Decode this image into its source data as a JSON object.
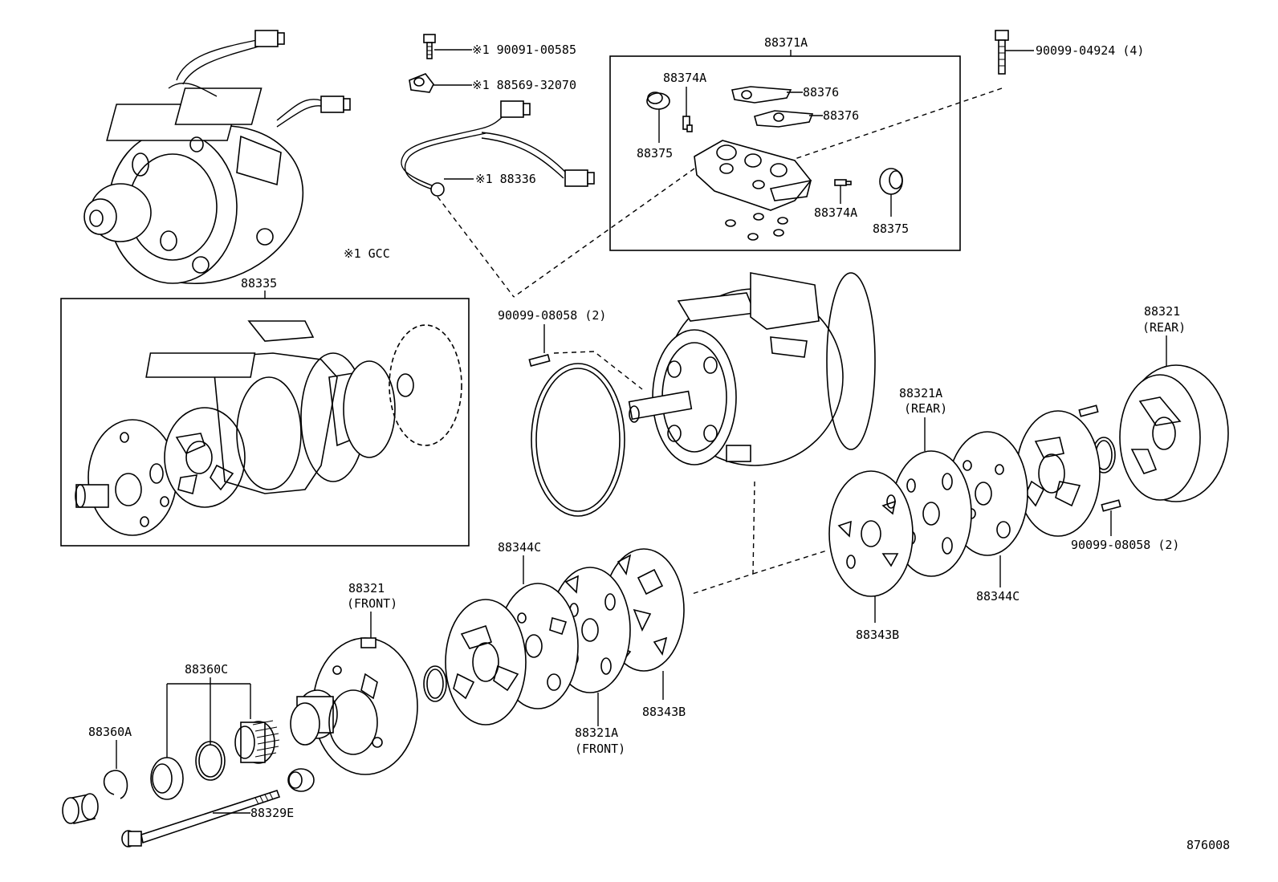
{
  "diagram": {
    "figure_number": "876008",
    "footnote": "※1 GCC"
  },
  "labels": {
    "p90091_00585": "※1 90091-00585",
    "p88569_32070": "※1 88569-32070",
    "p88336": "※1 88336",
    "p88371A": "88371A",
    "p88374A_top": "88374A",
    "p88376_a": "88376",
    "p88376_b": "88376",
    "p88375_left": "88375",
    "p88374A_right": "88374A",
    "p88375_right": "88375",
    "p90099_04924": "90099-04924 (4)",
    "p88335": "88335",
    "p90099_08058_top": "90099-08058 (2)",
    "p88321_rear": "88321",
    "p88321_rear_sub": "(REAR)",
    "p88321A_rear": "88321A",
    "p88321A_rear_sub": "(REAR)",
    "p90099_08058_right": "90099-08058 (2)",
    "p88344C_right": "88344C",
    "p88343B_right": "88343B",
    "p88344C_left": "88344C",
    "p88321_front": "88321",
    "p88321_front_sub": "(FRONT)",
    "p88360C": "88360C",
    "p88360A": "88360A",
    "p88321A_front": "88321A",
    "p88321A_front_sub": "(FRONT)",
    "p88343B_left": "88343B",
    "p88329E": "88329E"
  }
}
